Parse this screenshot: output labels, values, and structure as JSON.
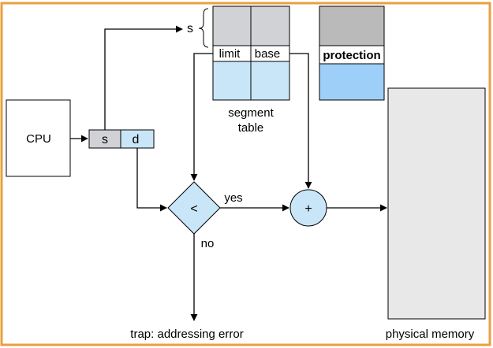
{
  "colors": {
    "frame": "#E8A040",
    "grey_cell": "#D0D2D6",
    "blue_cell": "#C8E6F8",
    "protection_top": "#BABABA",
    "protection_bottom": "#9ECFF8",
    "memory_fill": "#E8E8E8",
    "stroke": "#000000"
  },
  "cpu": {
    "label": "CPU"
  },
  "address": {
    "s": "s",
    "d": "d"
  },
  "segment_table": {
    "s_pointer": "s",
    "col_limit": "limit",
    "col_base": "base",
    "caption_line1": "segment",
    "caption_line2": "table"
  },
  "protection": {
    "label": "protection"
  },
  "comparator": {
    "symbol": "<",
    "yes": "yes",
    "no": "no"
  },
  "adder": {
    "symbol": "+"
  },
  "trap": {
    "label": "trap: addressing error"
  },
  "memory": {
    "label": "physical memory"
  }
}
